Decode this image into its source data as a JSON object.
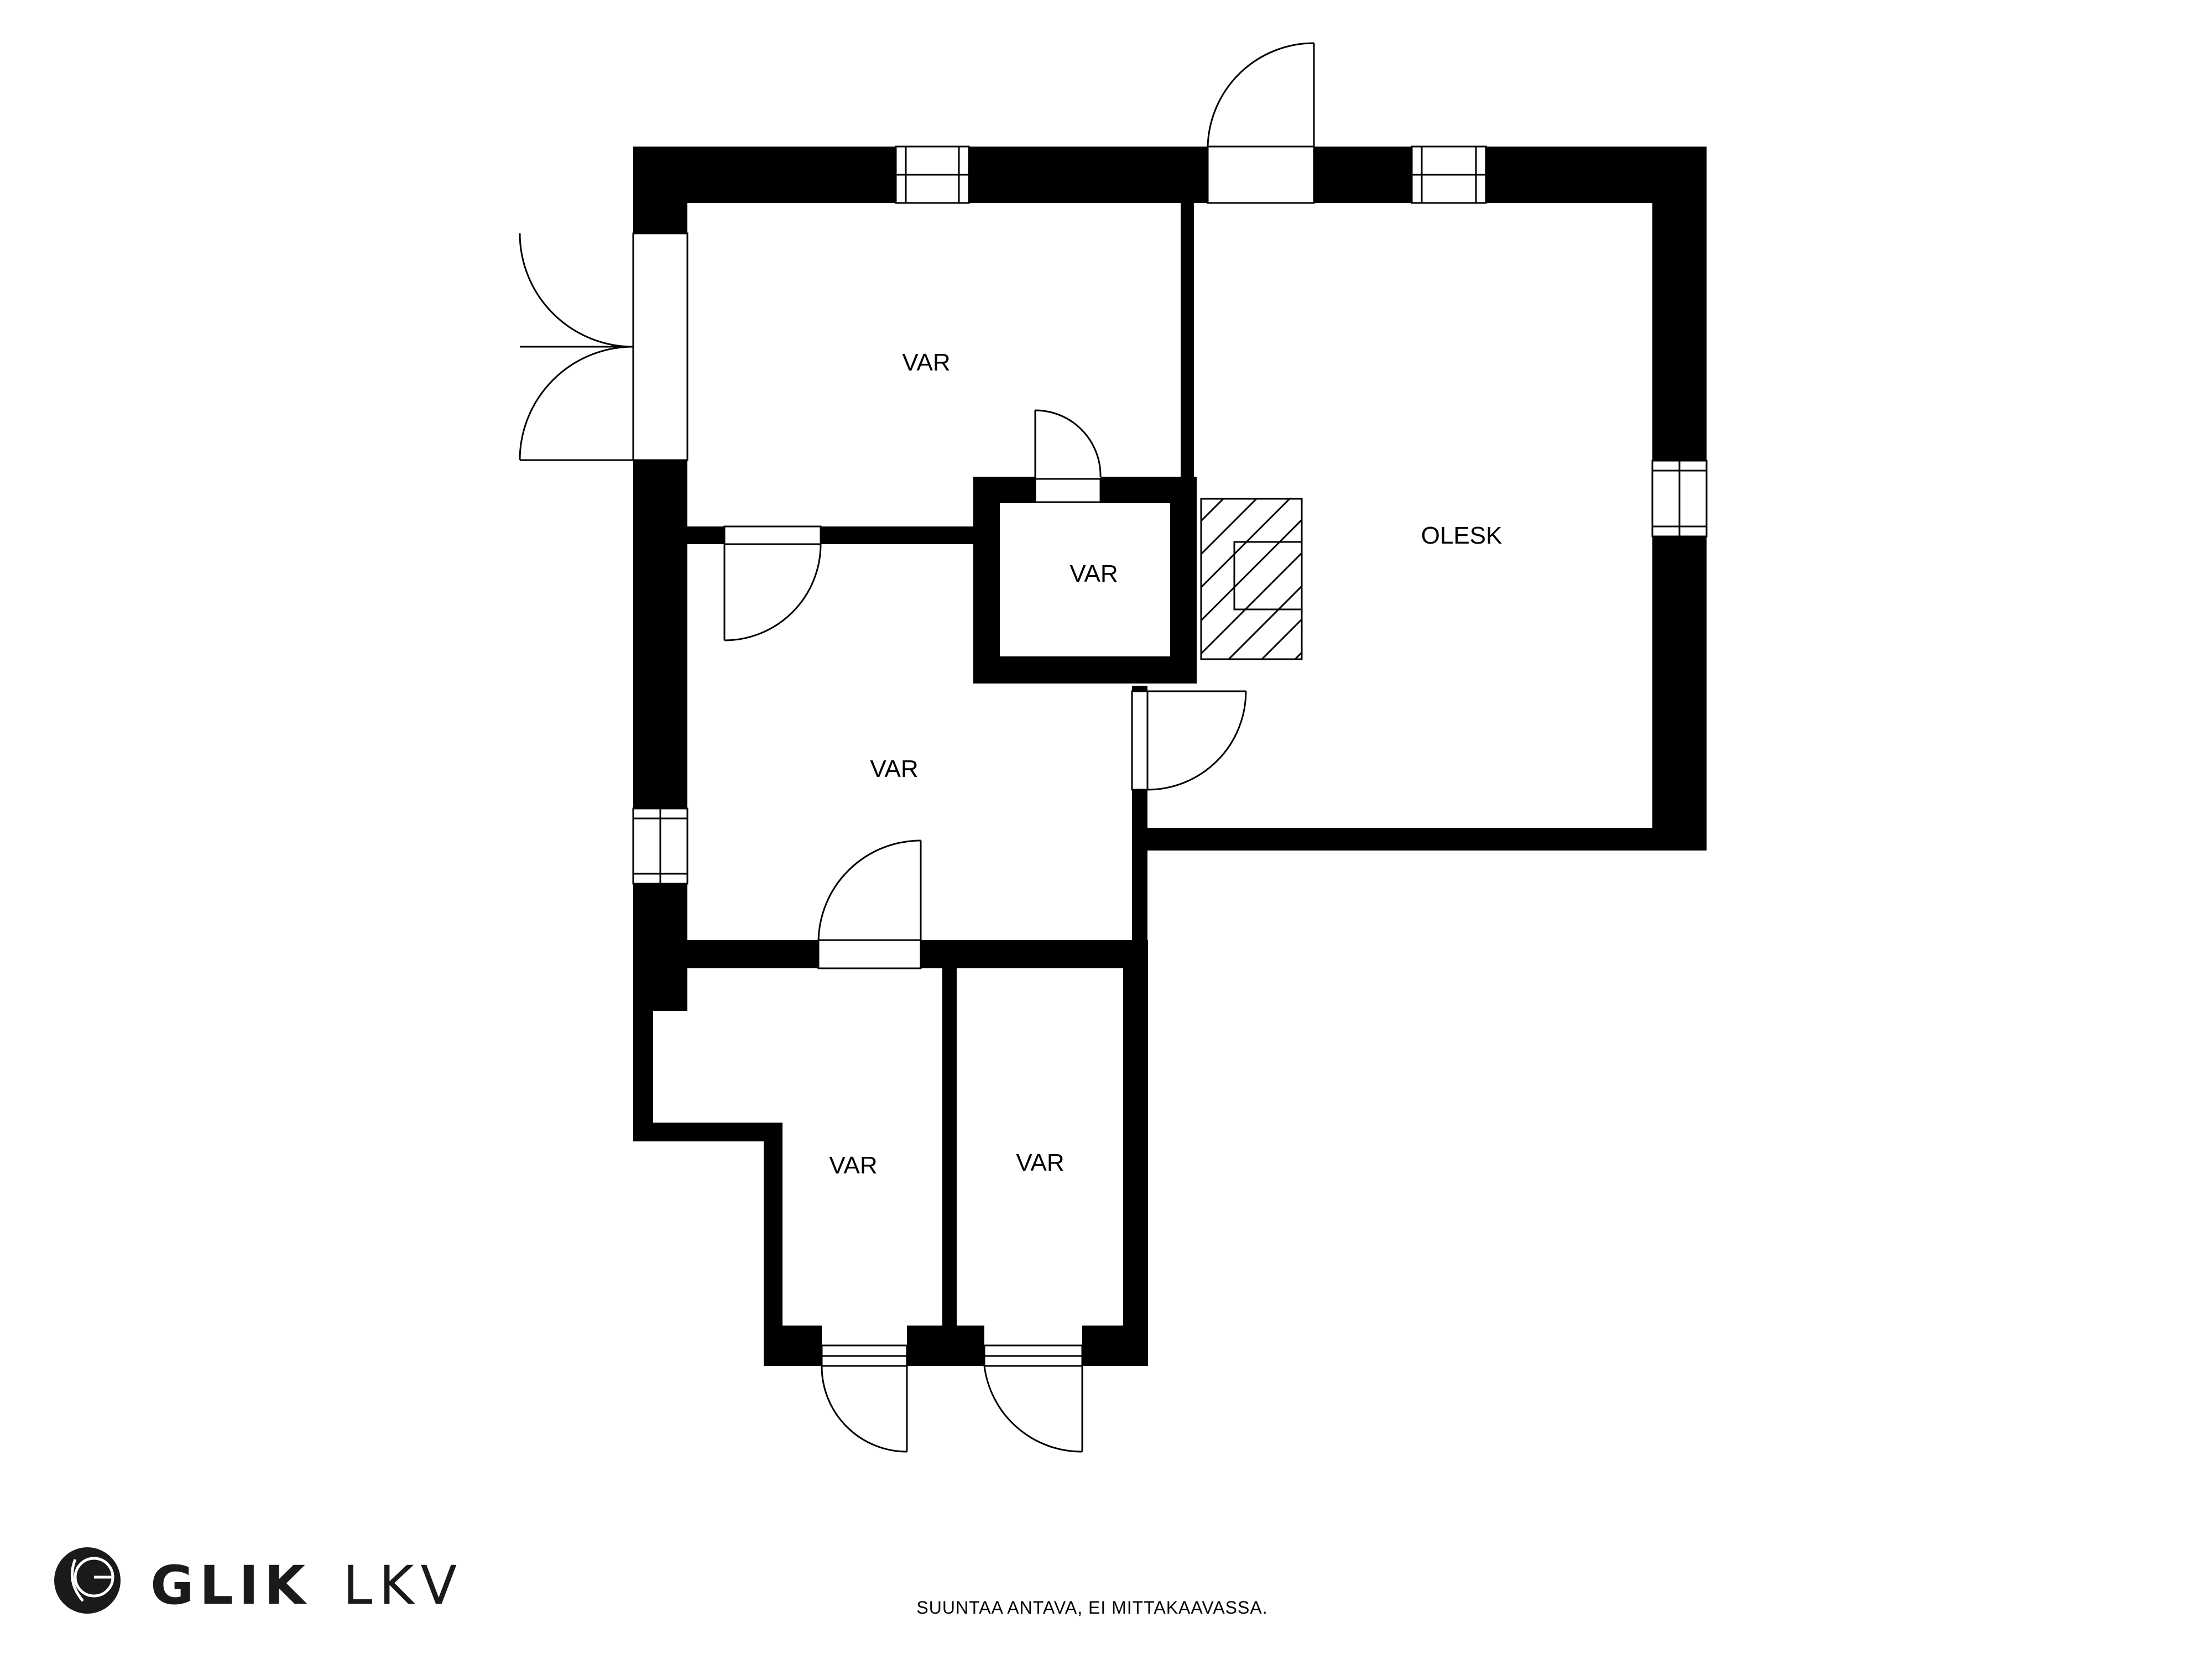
{
  "rooms": [
    {
      "id": "var-1",
      "label": "VAR"
    },
    {
      "id": "var-2",
      "label": "VAR"
    },
    {
      "id": "var-3",
      "label": "VAR"
    },
    {
      "id": "var-4",
      "label": "VAR"
    },
    {
      "id": "var-5",
      "label": "VAR"
    },
    {
      "id": "olesk",
      "label": "OLESK"
    }
  ],
  "brand": {
    "name_bold": "GLIK",
    "name_light": "LKV"
  },
  "caption": "SUUNTAA ANTAVA, EI MITTAKAAVASSA.",
  "colors": {
    "wall": "#000000",
    "background": "#ffffff",
    "brand": "#1a1a1a"
  }
}
